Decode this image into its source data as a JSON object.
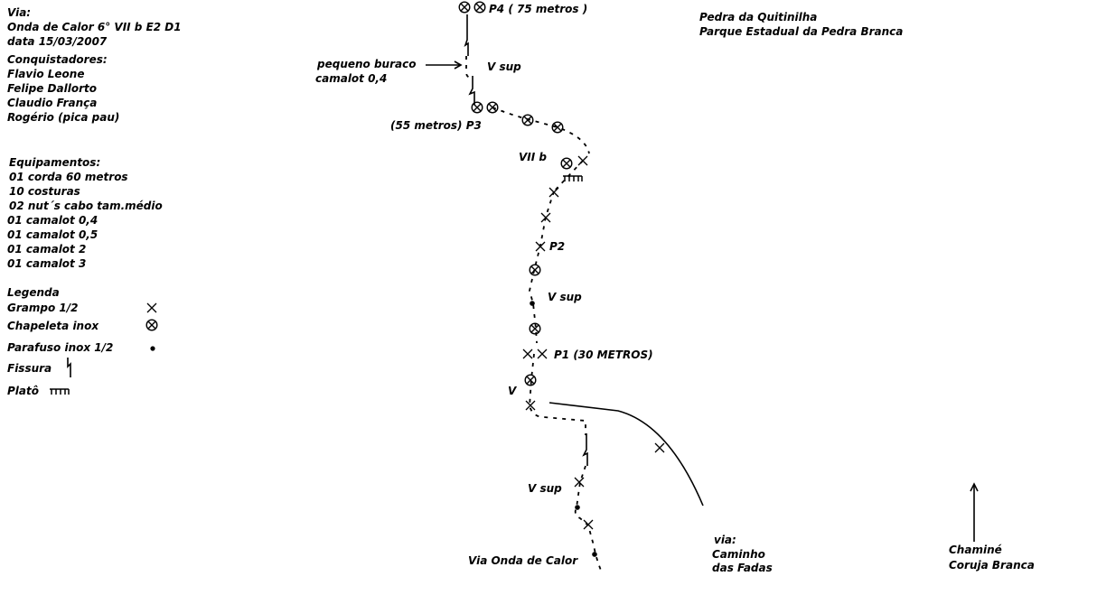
{
  "info": {
    "title": "Via:",
    "route": "Onda de Calor  6° VII b E2 D1",
    "date": "data 15/03/2007",
    "first_ascent_label": "Conquistadores:",
    "climbers": [
      "Flavio Leone",
      "Felipe Dallorto",
      "Claudio França",
      "Rogério (pica pau)"
    ]
  },
  "equipment": {
    "heading": "Equipamentos:",
    "items": [
      "01 corda 60 metros",
      "10 costuras",
      "02 nut´s cabo tam.médio",
      "01 camalot 0,4",
      "01 camalot 0,5",
      "01 camalot 2",
      "01 camalot 3"
    ]
  },
  "legend": {
    "heading": "Legenda",
    "items": [
      {
        "label": "Grampo 1/2",
        "symbol": "x-mark-icon"
      },
      {
        "label": "Chapeleta inox",
        "symbol": "bolt-circle-icon"
      },
      {
        "label": "Parafuso inox 1/2",
        "symbol": "dot-icon"
      },
      {
        "label": "Fissura",
        "symbol": "crack-icon"
      },
      {
        "label": "Platô",
        "symbol": "ledge-icon"
      }
    ]
  },
  "location": {
    "line1": "Pedra da Quitinilha",
    "line2": "Parque Estadual da Pedra Branca"
  },
  "annotations": {
    "p4": "P4   ( 75 metros )",
    "hole_line1": "pequeno buraco",
    "hole_line2": "camalot 0,4",
    "vsup_top": "V sup",
    "p3": "(55 metros) P3",
    "grade_crux": "VII b",
    "p2": "P2",
    "vsup_mid": "V sup",
    "p1": "P1  (30 METROS)",
    "grade_v": "V",
    "vsup_low": "V sup",
    "route_name": "Via Onda de Calor",
    "other_route_line1": "via:",
    "other_route_line2": "Caminho",
    "other_route_line3": "das Fadas",
    "chimney_line1": "Chaminé",
    "chimney_line2": "Coruja Branca"
  },
  "colors": {
    "ink": "#000000",
    "background": "#ffffff"
  }
}
